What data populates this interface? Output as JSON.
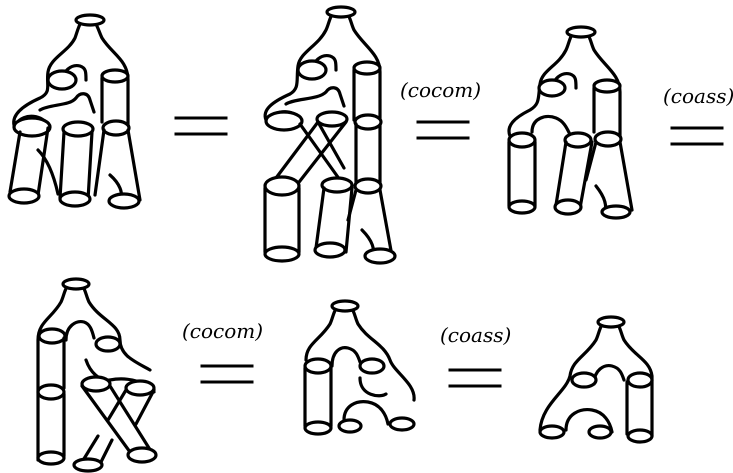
{
  "equalities": [
    {
      "label": ""
    },
    {
      "label": "(cocom)"
    },
    {
      "label": "(coass)"
    },
    {
      "label": "(cocom)"
    },
    {
      "label": "(coass)"
    }
  ]
}
